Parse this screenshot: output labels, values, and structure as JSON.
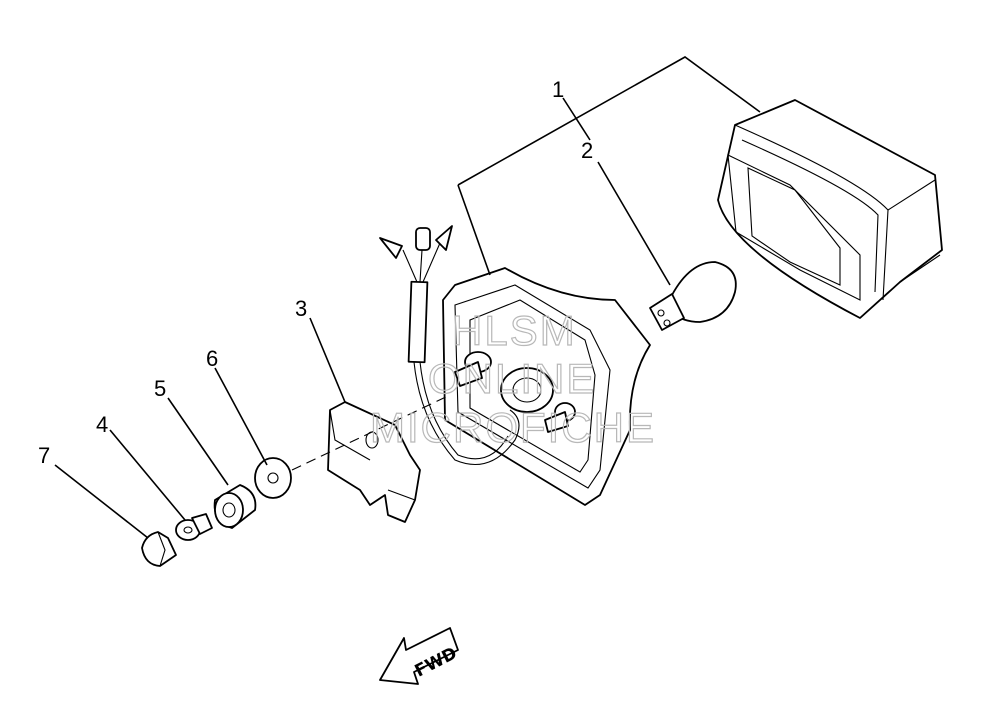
{
  "diagram": {
    "callouts": [
      {
        "id": "1",
        "label": "1"
      },
      {
        "id": "2",
        "label": "2"
      },
      {
        "id": "3",
        "label": "3"
      },
      {
        "id": "4",
        "label": "4"
      },
      {
        "id": "5",
        "label": "5"
      },
      {
        "id": "6",
        "label": "6"
      },
      {
        "id": "7",
        "label": "7"
      }
    ],
    "direction_label": "FWD",
    "watermark": {
      "line1": "HLSM",
      "line2": "ONLINE",
      "line3": "MICROFICHE"
    }
  }
}
